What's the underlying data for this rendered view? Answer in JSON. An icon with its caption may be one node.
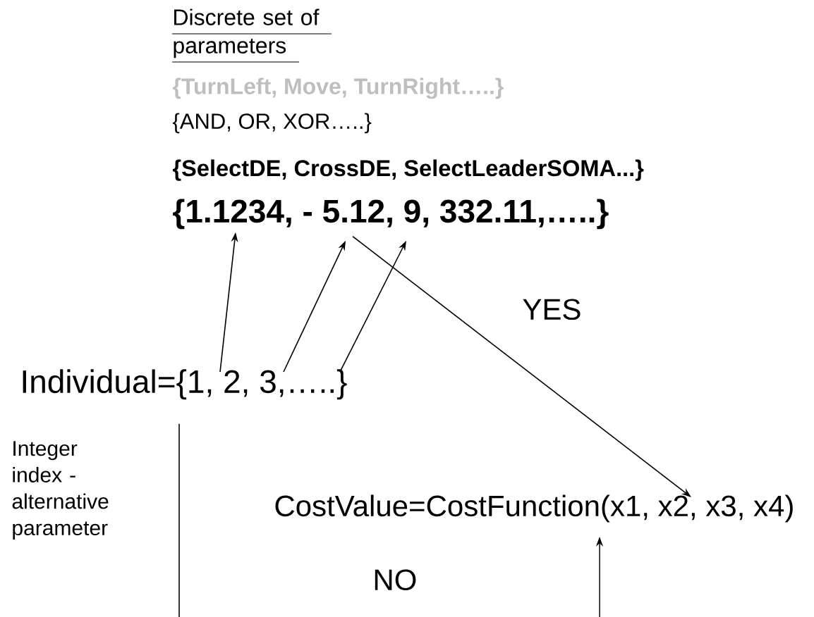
{
  "diagram": {
    "nodes": [
      {
        "text": [
          "{1.1234, - 5.12, 9, 332.11,…..}"
        ]
      },
      {
        "text": [
          "Individual={1, 2, 3,…..}"
        ]
      },
      {
        "text": [
          "CostValue=CostFunction(x1, x2, x3, x4)"
        ]
      }
    ],
    "edges": [
      {
        "from": 1,
        "to": 0,
        "arrow": "to"
      },
      {
        "from": 1,
        "to": 0,
        "arrow": "to"
      },
      {
        "from": 1,
        "to": 0,
        "arrow": "to"
      },
      {
        "from": 0,
        "to": 2,
        "arrow": "to"
      },
      {
        "from": 1,
        "to": null,
        "arrow": "none"
      },
      {
        "from": null,
        "to": 2,
        "arrow": "to"
      }
    ],
    "labels": [
      "Discrete set of parameters",
      "{TurnLeft, Move, TurnRight…..}",
      "{AND, OR, XOR…..}",
      "{SelectDE, CrossDE, SelectLeaderSOMA...}",
      "YES",
      "Integer index - alternative parameter",
      "NO"
    ]
  }
}
